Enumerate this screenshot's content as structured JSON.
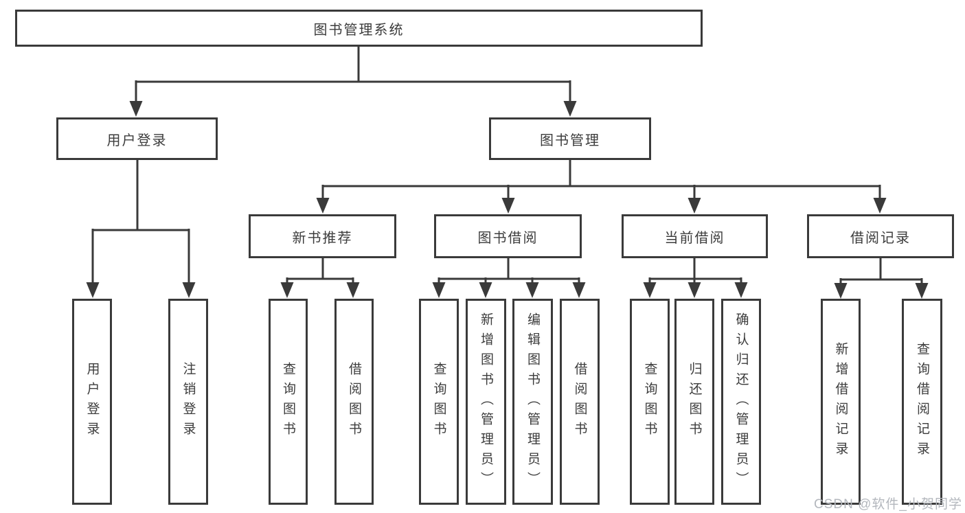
{
  "diagram_type": "tree",
  "colors": {
    "line": "#3a3a3a",
    "box_border": "#3a3a3a",
    "text": "#3c3c3c",
    "background": "#ffffff",
    "watermark": "#b3b7bd"
  },
  "tree": {
    "label": "图书管理系统",
    "children": [
      {
        "label": "用户登录",
        "children": [
          {
            "label": "用户登录"
          },
          {
            "label": "注销登录"
          }
        ]
      },
      {
        "label": "图书管理",
        "children": [
          {
            "label": "新书推荐",
            "children": [
              {
                "label": "查询图书"
              },
              {
                "label": "借阅图书"
              }
            ]
          },
          {
            "label": "图书借阅",
            "children": [
              {
                "label": "查询图书"
              },
              {
                "label": "新增图书（管理员）"
              },
              {
                "label": "编辑图书（管理员）"
              },
              {
                "label": "借阅图书"
              }
            ]
          },
          {
            "label": "当前借阅",
            "children": [
              {
                "label": "查询图书"
              },
              {
                "label": "归还图书"
              },
              {
                "label": "确认归还（管理员）"
              }
            ]
          },
          {
            "label": "借阅记录",
            "children": [
              {
                "label": "新增借阅记录"
              },
              {
                "label": "查询借阅记录"
              }
            ]
          }
        ]
      }
    ]
  },
  "watermark": {
    "text": "CSDN @软件_小贺同学"
  }
}
